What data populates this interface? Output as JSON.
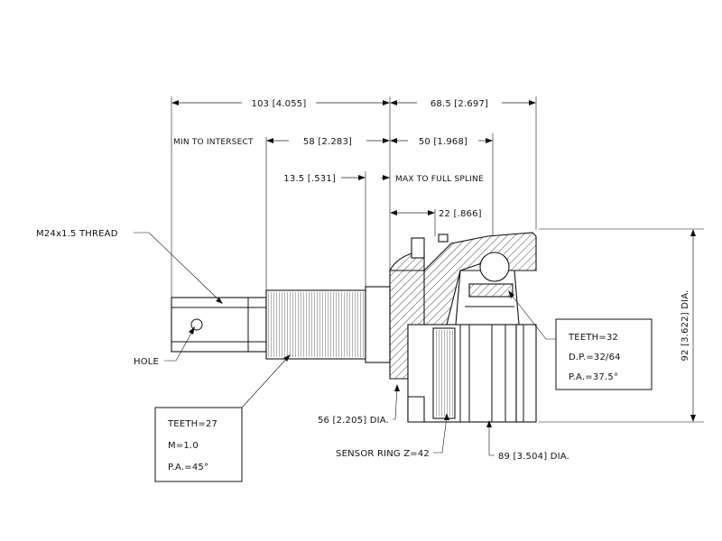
{
  "dimensions": {
    "overall_left": "103 [4.055]",
    "overall_right": "68.5 [2.697]",
    "min_to_intersect_label": "MIN TO INTERSECT",
    "min_to_intersect_value": "58 [2.283]",
    "right_50": "50 [1.968]",
    "spline_offset": "13.5 [.531]",
    "max_to_full_spline": "MAX TO FULL SPLINE",
    "boot_22": "22 [.866]",
    "dia_56": "56 [2.205] DIA.",
    "dia_89": "89 [3.504] DIA.",
    "dia_92": "92 [3.622] DIA."
  },
  "labels": {
    "thread": "M24x1.5 THREAD",
    "hole": "HOLE",
    "sensor_ring": "SENSOR RING Z=42"
  },
  "outer_spline_spec": {
    "teeth": "TEETH=27",
    "module": "M=1.0",
    "pressure_angle": "P.A.=45°"
  },
  "inner_spline_spec": {
    "teeth": "TEETH=32",
    "diametral_pitch": "D.P.=32/64",
    "pressure_angle": "P.A.=37.5°"
  }
}
